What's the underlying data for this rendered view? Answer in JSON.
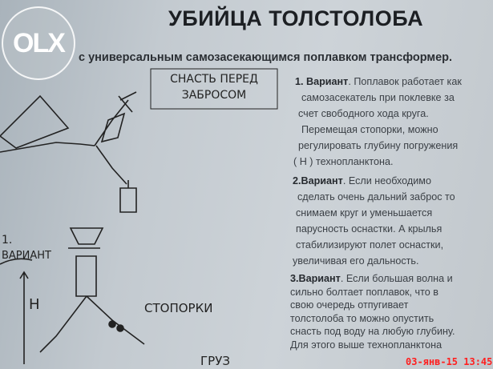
{
  "title": "УБИЙЦА ТОЛСТОЛОБА",
  "subtitle": "с универсальным самозасекающимся поплавком трансформер.",
  "sketch_labels": {
    "box": "СНАСТЬ ПЕРЕД ЗАБРОСОМ",
    "variant_num": "1.",
    "variant": "ВАРИАНТ",
    "h": "Н",
    "stoppers": "СТОПОРКИ",
    "weight": "ГРУЗ"
  },
  "variants": [
    {
      "label": "1. Вариант",
      "lines": [
        "Поплавок работает как",
        "самозасекатель при поклевке за",
        "счет    свободного хода круга.",
        "Перемещая стопорки, можно",
        "регулировать глубину погружения",
        "( Н ) технопланктона."
      ]
    },
    {
      "label": "2.Вариант",
      "lines": [
        "Если необходимо",
        "сделать очень дальний заброс то",
        "снимаем круг и уменьшается",
        "парусность оснастки. А крылья",
        "стабилизируют полет оснастки,",
        "увеличивая его дальность."
      ]
    },
    {
      "label": "3.Вариант",
      "lines": [
        "Если большая волна и",
        "сильно болтает поплавок, что в",
        "свою очередь отпугивает",
        "толстолоба то можно опустить",
        "снасть под воду на любую глубину.",
        "Для этого выше технопланктона"
      ]
    }
  ],
  "watermark": "OLX",
  "date_stamp": "03-янв-15 13:45"
}
